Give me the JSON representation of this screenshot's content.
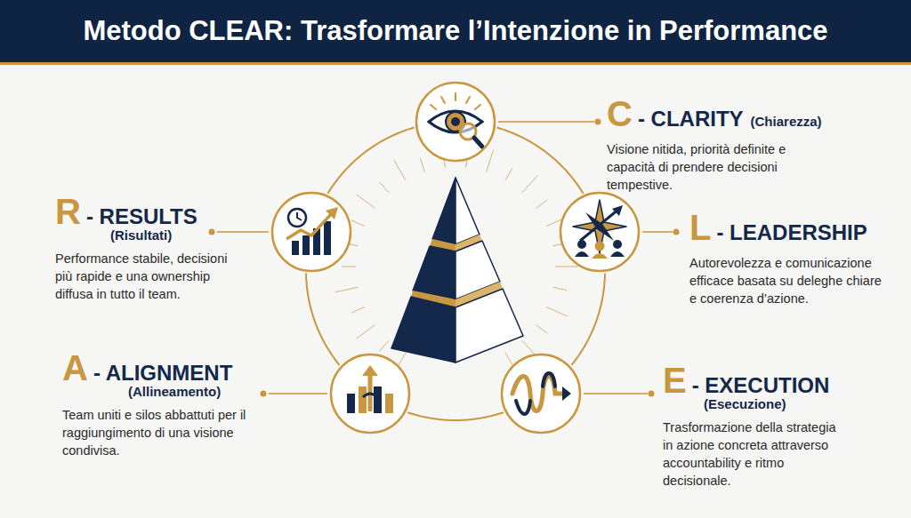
{
  "diagram": {
    "title": "Metodo CLEAR: Trasformare l’Intenzione in Performance",
    "nodes": [
      {
        "text": [
          "C",
          "- CLARITY",
          "(Chiarezza)",
          "Visione nitida, priorità definite e capacità di prendere decisioni tempestive."
        ]
      },
      {
        "text": [
          "L",
          "- LEADERSHIP",
          "Autorevolezza e comunicazione efficace basata su deleghe chiare e coerenza d’azione."
        ]
      },
      {
        "text": [
          "E",
          "- EXECUTION",
          "(Esecuzione)",
          "Trasformazione della strategia in azione concreta attraverso accountability e ritmo decisionale."
        ]
      },
      {
        "text": [
          "A",
          "- ALIGNMENT",
          "(Allineamento)",
          "Team uniti e silos abbattuti per il raggiungimento di una visione condivisa."
        ]
      },
      {
        "text": [
          "R",
          "- RESULTS",
          "(Risultati)",
          "Performance stabile, decisioni più rapide e una ownership diffusa in tutto il team."
        ]
      }
    ],
    "edges": [
      {
        "from": 0,
        "to": 1,
        "arrow": "none"
      },
      {
        "from": 1,
        "to": 2,
        "arrow": "none"
      },
      {
        "from": 2,
        "to": 3,
        "arrow": "none"
      },
      {
        "from": 3,
        "to": 4,
        "arrow": "none"
      },
      {
        "from": 4,
        "to": 0,
        "arrow": "none"
      }
    ]
  }
}
